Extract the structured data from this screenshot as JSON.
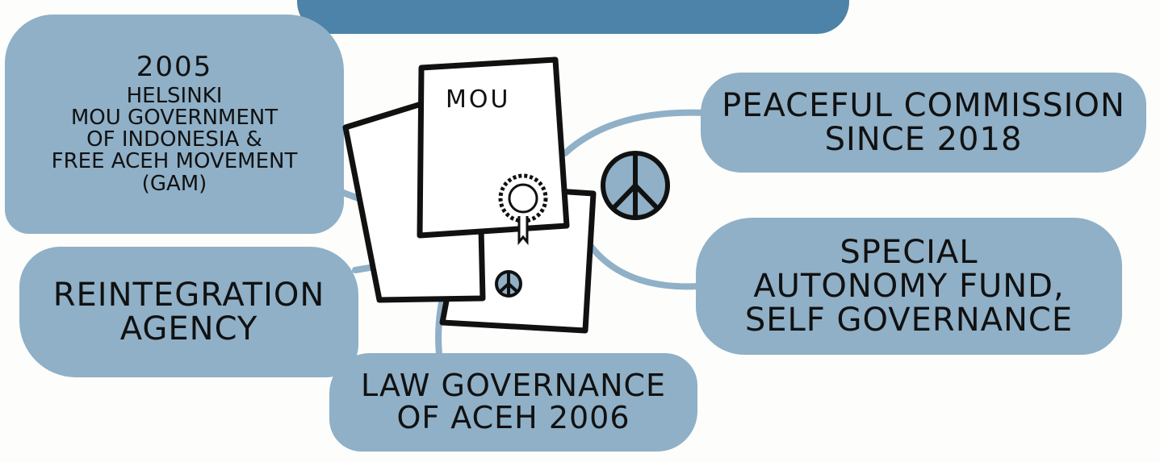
{
  "nodes": {
    "helsinki": {
      "year": "2005",
      "lines": [
        "HELSINKI",
        "MOU GOVERNMENT",
        "OF INDONESIA &",
        "FREE ACEH MOVEMENT",
        "(GAM)"
      ]
    },
    "reintegration": {
      "lines": [
        "REINTEGRATION",
        "AGENCY"
      ]
    },
    "peaceful": {
      "lines": [
        "PEACEFUL COMMISSION",
        "SINCE 2018"
      ]
    },
    "special": {
      "lines": [
        "SPECIAL",
        "AUTONOMY FUND,",
        "SELF GOVERNANCE"
      ]
    },
    "law": {
      "lines": [
        "LAW GOVERNANCE",
        "OF ACEH 2006"
      ]
    }
  },
  "document": {
    "label": "MOU"
  },
  "icons": [
    "peace-sign-icon",
    "rosette-seal-icon",
    "document-stack-icon"
  ],
  "colors": {
    "bubble": "#8fb0c7",
    "banner": "#4d83a8",
    "ink": "#111111",
    "paper": "#ffffff",
    "connector": "#8fb0c7"
  }
}
